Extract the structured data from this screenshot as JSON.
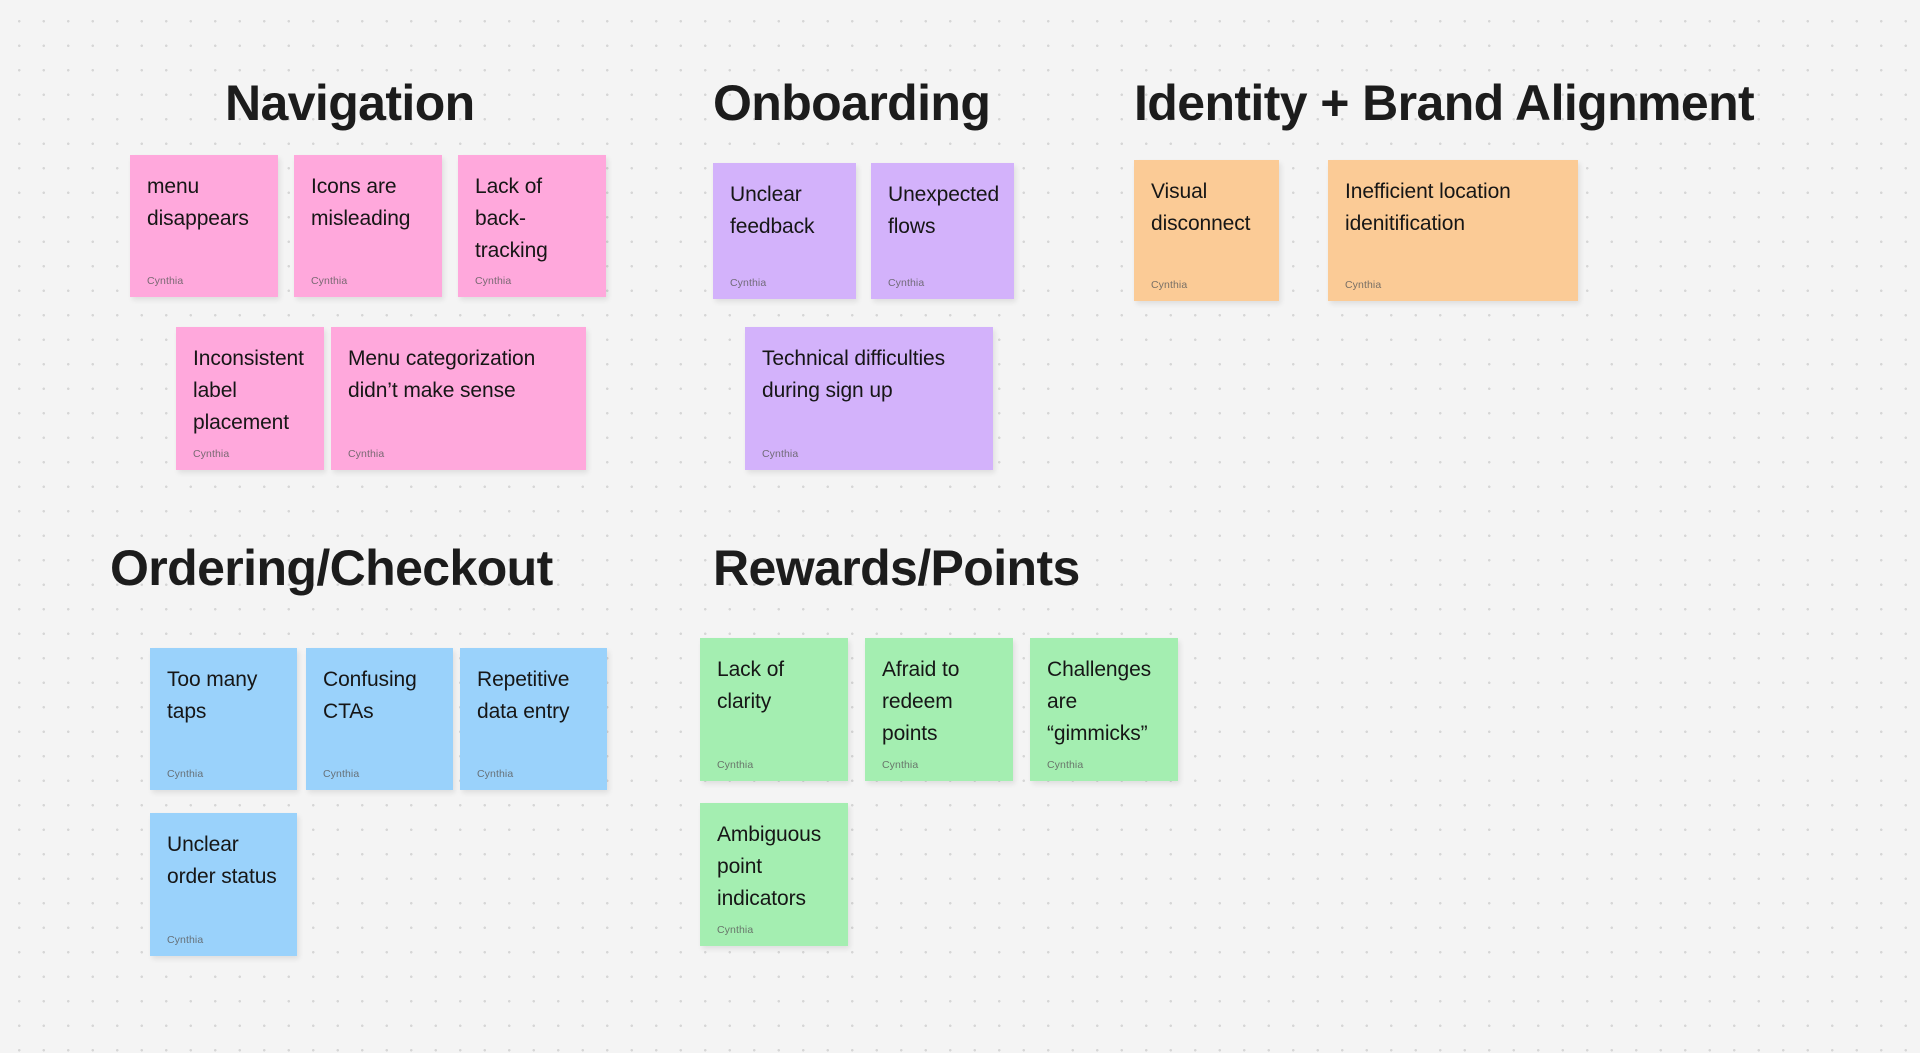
{
  "board": {
    "background_color": "#f4f4f4",
    "dot_color": "#d6d6d6",
    "author_default": "Cynthia"
  },
  "palette": {
    "pink": "#ffa8dc",
    "purple": "#d3b2fb",
    "orange": "#fbcb96",
    "blue": "#9ad2fb",
    "green": "#a4eeb1"
  },
  "sections": [
    {
      "id": "navigation",
      "title": "Navigation",
      "color": "pink",
      "notes": [
        {
          "text": "menu disappears",
          "author": "Cynthia"
        },
        {
          "text": "Icons are misleading",
          "author": "Cynthia"
        },
        {
          "text": "Lack of back-tracking",
          "author": "Cynthia"
        },
        {
          "text": "Inconsistent label placement",
          "author": "Cynthia"
        },
        {
          "text": "Menu categorization didn’t make sense",
          "author": "Cynthia"
        }
      ]
    },
    {
      "id": "onboarding",
      "title": "Onboarding",
      "color": "purple",
      "notes": [
        {
          "text": "Unclear feedback",
          "author": "Cynthia"
        },
        {
          "text": "Unexpected flows",
          "author": "Cynthia"
        },
        {
          "text": "Technical difficulties during sign up",
          "author": "Cynthia"
        }
      ]
    },
    {
      "id": "identity-brand-alignment",
      "title": "Identity + Brand Alignment",
      "color": "orange",
      "notes": [
        {
          "text": "Visual disconnect",
          "author": "Cynthia"
        },
        {
          "text": "Inefficient location idenitification",
          "author": "Cynthia"
        }
      ]
    },
    {
      "id": "ordering-checkout",
      "title": "Ordering/Checkout",
      "color": "blue",
      "notes": [
        {
          "text": "Too many taps",
          "author": "Cynthia"
        },
        {
          "text": "Confusing CTAs",
          "author": "Cynthia"
        },
        {
          "text": "Repetitive data entry",
          "author": "Cynthia"
        },
        {
          "text": "Unclear order status",
          "author": "Cynthia"
        }
      ]
    },
    {
      "id": "rewards-points",
      "title": "Rewards/Points",
      "color": "green",
      "notes": [
        {
          "text": "Lack of clarity",
          "author": "Cynthia"
        },
        {
          "text": "Afraid to redeem points",
          "author": "Cynthia"
        },
        {
          "text": "Challenges are “gimmicks”",
          "author": "Cynthia"
        },
        {
          "text": "Ambiguous point indicators",
          "author": "Cynthia"
        }
      ]
    }
  ]
}
